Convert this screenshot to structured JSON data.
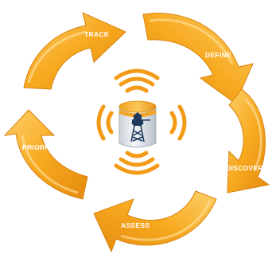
{
  "cycle": {
    "steps": [
      {
        "id": "track",
        "label": "TRACK"
      },
      {
        "id": "define",
        "label": "DEFINE"
      },
      {
        "id": "discover",
        "label": "DISCOVER"
      },
      {
        "id": "assess",
        "label": "ASSESS"
      },
      {
        "id": "prioritize",
        "label": "PRIORITIZE"
      }
    ],
    "center_icon": "database-watchtower-icon",
    "signal_icon": "wireless-signal-icon"
  },
  "colors": {
    "arrow_light": "#fcc44a",
    "arrow_mid": "#f5a21f",
    "arrow_dark": "#e08a10",
    "signal": "#f39a16",
    "cylinder_top": "#f7b731",
    "cylinder_body": "#e9edf1",
    "tower": "#1f3a5c"
  }
}
